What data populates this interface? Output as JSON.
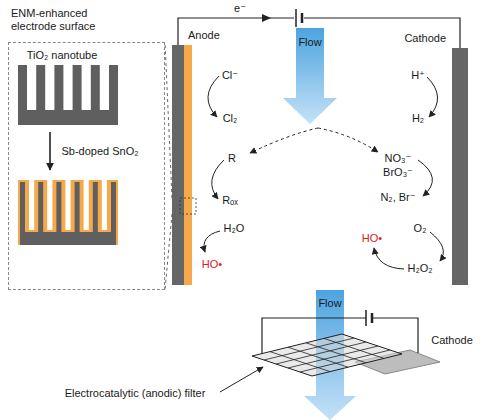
{
  "diagram": {
    "nodes": [
      {
        "text": [
          "ENM-enhanced electrode surface"
        ]
      },
      {
        "text": [
          "Anode"
        ]
      },
      {
        "text": [
          "Cathode"
        ]
      }
    ],
    "edges": [
      {
        "from": 1,
        "to": 0,
        "arrow": "none"
      }
    ],
    "labels": [
      "e⁻",
      "Flow",
      "TiO₂ nanotube",
      "Sb-doped SnO₂",
      "Cl⁻",
      "H⁺",
      "Cl₂",
      "H₂",
      "R",
      "Rₒₓ",
      "NO₃⁻",
      "BrO₃⁻",
      "N₂, Br⁻",
      "H₂O",
      "O₂",
      "HO•",
      "HO•",
      "H₂O₂",
      "Flow",
      "Cathode",
      "Electrocatalytic (anodic) filter"
    ]
  }
}
